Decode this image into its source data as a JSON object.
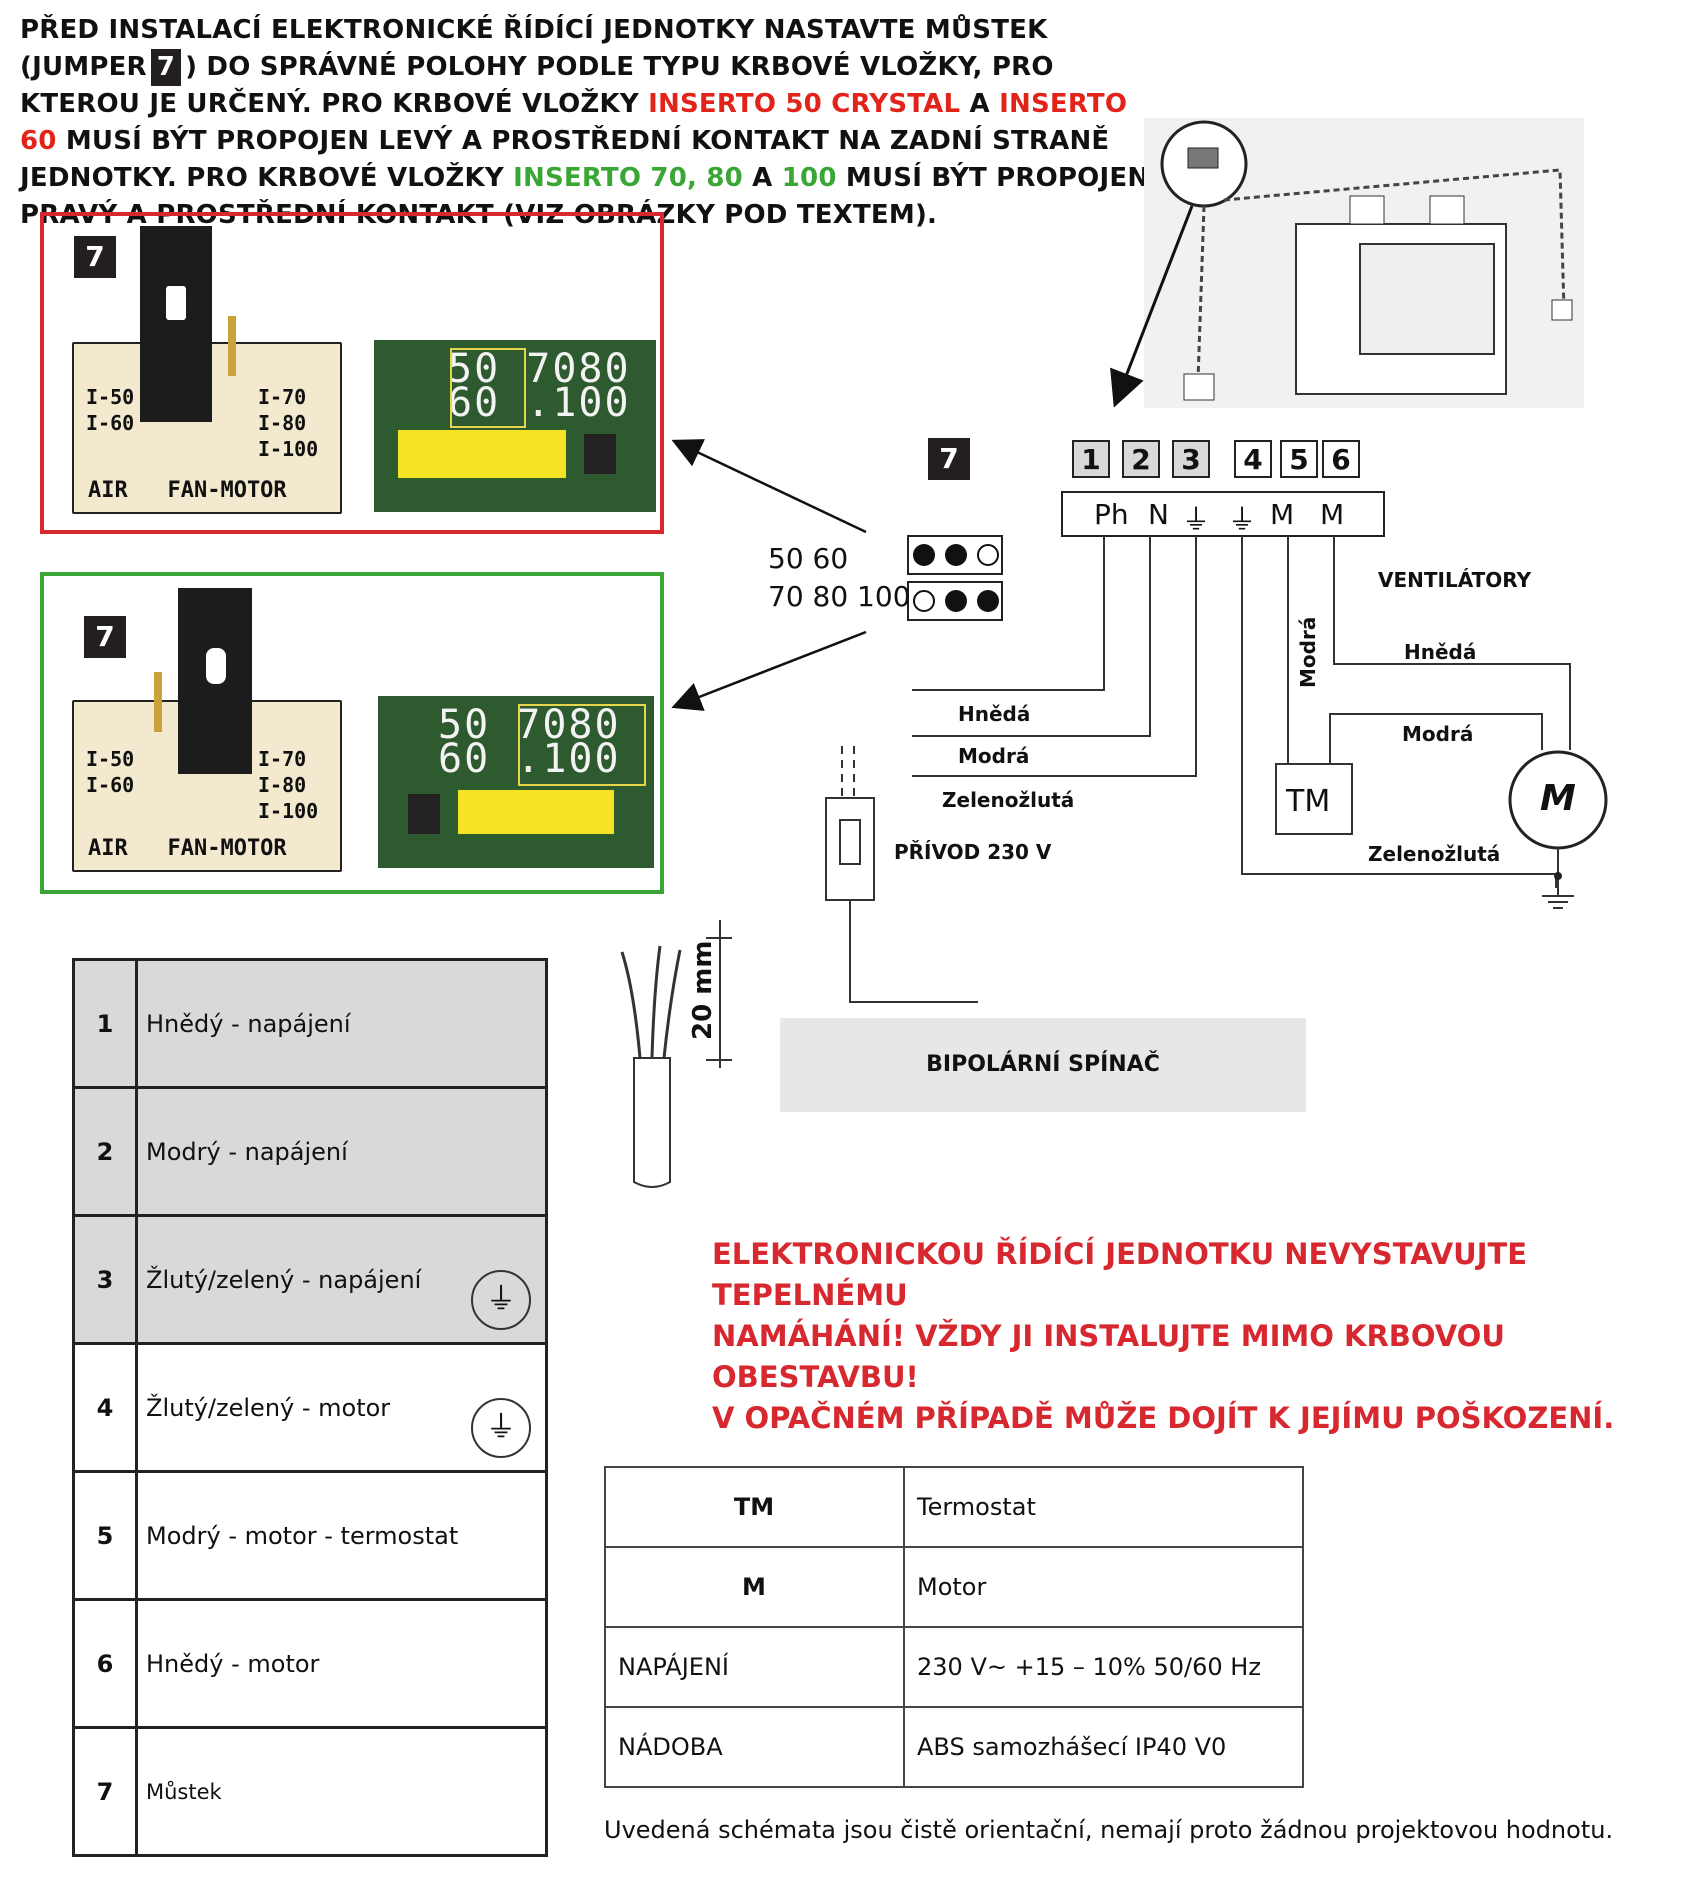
{
  "intro": {
    "part1": "PŘED INSTALACÍ ELEKTRONICKÉ ŘÍDÍCÍ JEDNOTKY NASTAVTE MŮSTEK (JUMPER",
    "tag": "7",
    "part2": ") DO SPRÁVNÉ POLOHY PODLE TYPU KRBOVÉ VLOŽKY, PRO KTEROU JE URČENÝ. PRO KRBOVÉ VLOŽKY",
    "red1": "INSERTO 50 CRYSTAL",
    "and1": "A",
    "red2": "INSERTO 60",
    "part3": "MUSÍ BÝT PROPOJEN LEVÝ A PROSTŘEDNÍ KONTAKT NA ZADNÍ STRANĚ JEDNOTKY. PRO KRBOVÉ VLOŽKY",
    "green1": "INSERTO 70, 80",
    "and2": "A",
    "green2": "100",
    "part4": "MUSÍ BÝT PROPOJEN PRAVÝ A PROSTŘEDNÍ KONTAKT (VIZ OBRÁZKY POD TEXTEM)."
  },
  "colors": {
    "red": "#e2231a",
    "green": "#3aa635",
    "warning": "#d7282f"
  },
  "jumper_photos": {
    "badge": "7",
    "board_left": [
      "I-50",
      "I-60"
    ],
    "board_right": [
      "I-70",
      "I-80",
      "I-100"
    ],
    "board_bottom": "AIR   FAN-MOTOR",
    "pcb_line1": "50 7080",
    "pcb_line2": "60 .100"
  },
  "jumper_legend": {
    "badge": "7",
    "row1": "50 60",
    "row2": "70 80 100"
  },
  "terminals": {
    "numbers": [
      "1",
      "2",
      "3",
      "4",
      "5",
      "6"
    ],
    "labels": [
      "Ph",
      "N",
      "⏚",
      "⏚",
      "M",
      "M"
    ]
  },
  "wiring": {
    "ventilatory": "VENTILÁTORY",
    "hneda": "Hnědá",
    "modra": "Modrá",
    "zelenozluta": "Zelenožlutá",
    "modra_vertical": "Modrá",
    "hneda_motor": "Hnědá",
    "modra_motor": "Modrá",
    "zelenozluta_motor": "Zelenožlutá",
    "privod": "PŘÍVOD 230 V",
    "tm": "TM",
    "motor": "M",
    "cable_len": "20 mm",
    "switch_label": "BIPOLÁRNÍ SPÍNAČ"
  },
  "legend_rows": [
    {
      "num": "1",
      "text": "Hnědý - napájení"
    },
    {
      "num": "2",
      "text": "Modrý - napájení"
    },
    {
      "num": "3",
      "text": "Žlutý/zelený - napájení"
    },
    {
      "num": "4",
      "text": "Žlutý/zelený - motor"
    },
    {
      "num": "5",
      "text": "Modrý - motor -  termostat"
    },
    {
      "num": "6",
      "text": "Hnědý - motor"
    },
    {
      "num": "7",
      "text": "Můstek"
    }
  ],
  "warning": {
    "line1": "ELEKTRONICKOU ŘÍDÍCÍ JEDNOTKU NEVYSTAVUJTE TEPELNÉMU",
    "line2": "NAMÁHÁNÍ! VŽDY JI INSTALUJTE MIMO KRBOVOU OBESTAVBU!",
    "line3": "V OPAČNÉM PŘÍPADĚ MŮŽE DOJÍT K JEJÍMU POŠKOZENÍ."
  },
  "spec_rows": [
    {
      "key": "TM",
      "value": "Termostat"
    },
    {
      "key": "M",
      "value": "Motor"
    },
    {
      "key": "NAPÁJENÍ",
      "value": "230 V~ +15 – 10% 50/60 Hz"
    },
    {
      "key": "NÁDOBA",
      "value": "ABS samozhášecí IP40 V0"
    }
  ],
  "footnote": "Uvedená schémata jsou čistě orientační, nemají proto žádnou projektovou hodnotu."
}
